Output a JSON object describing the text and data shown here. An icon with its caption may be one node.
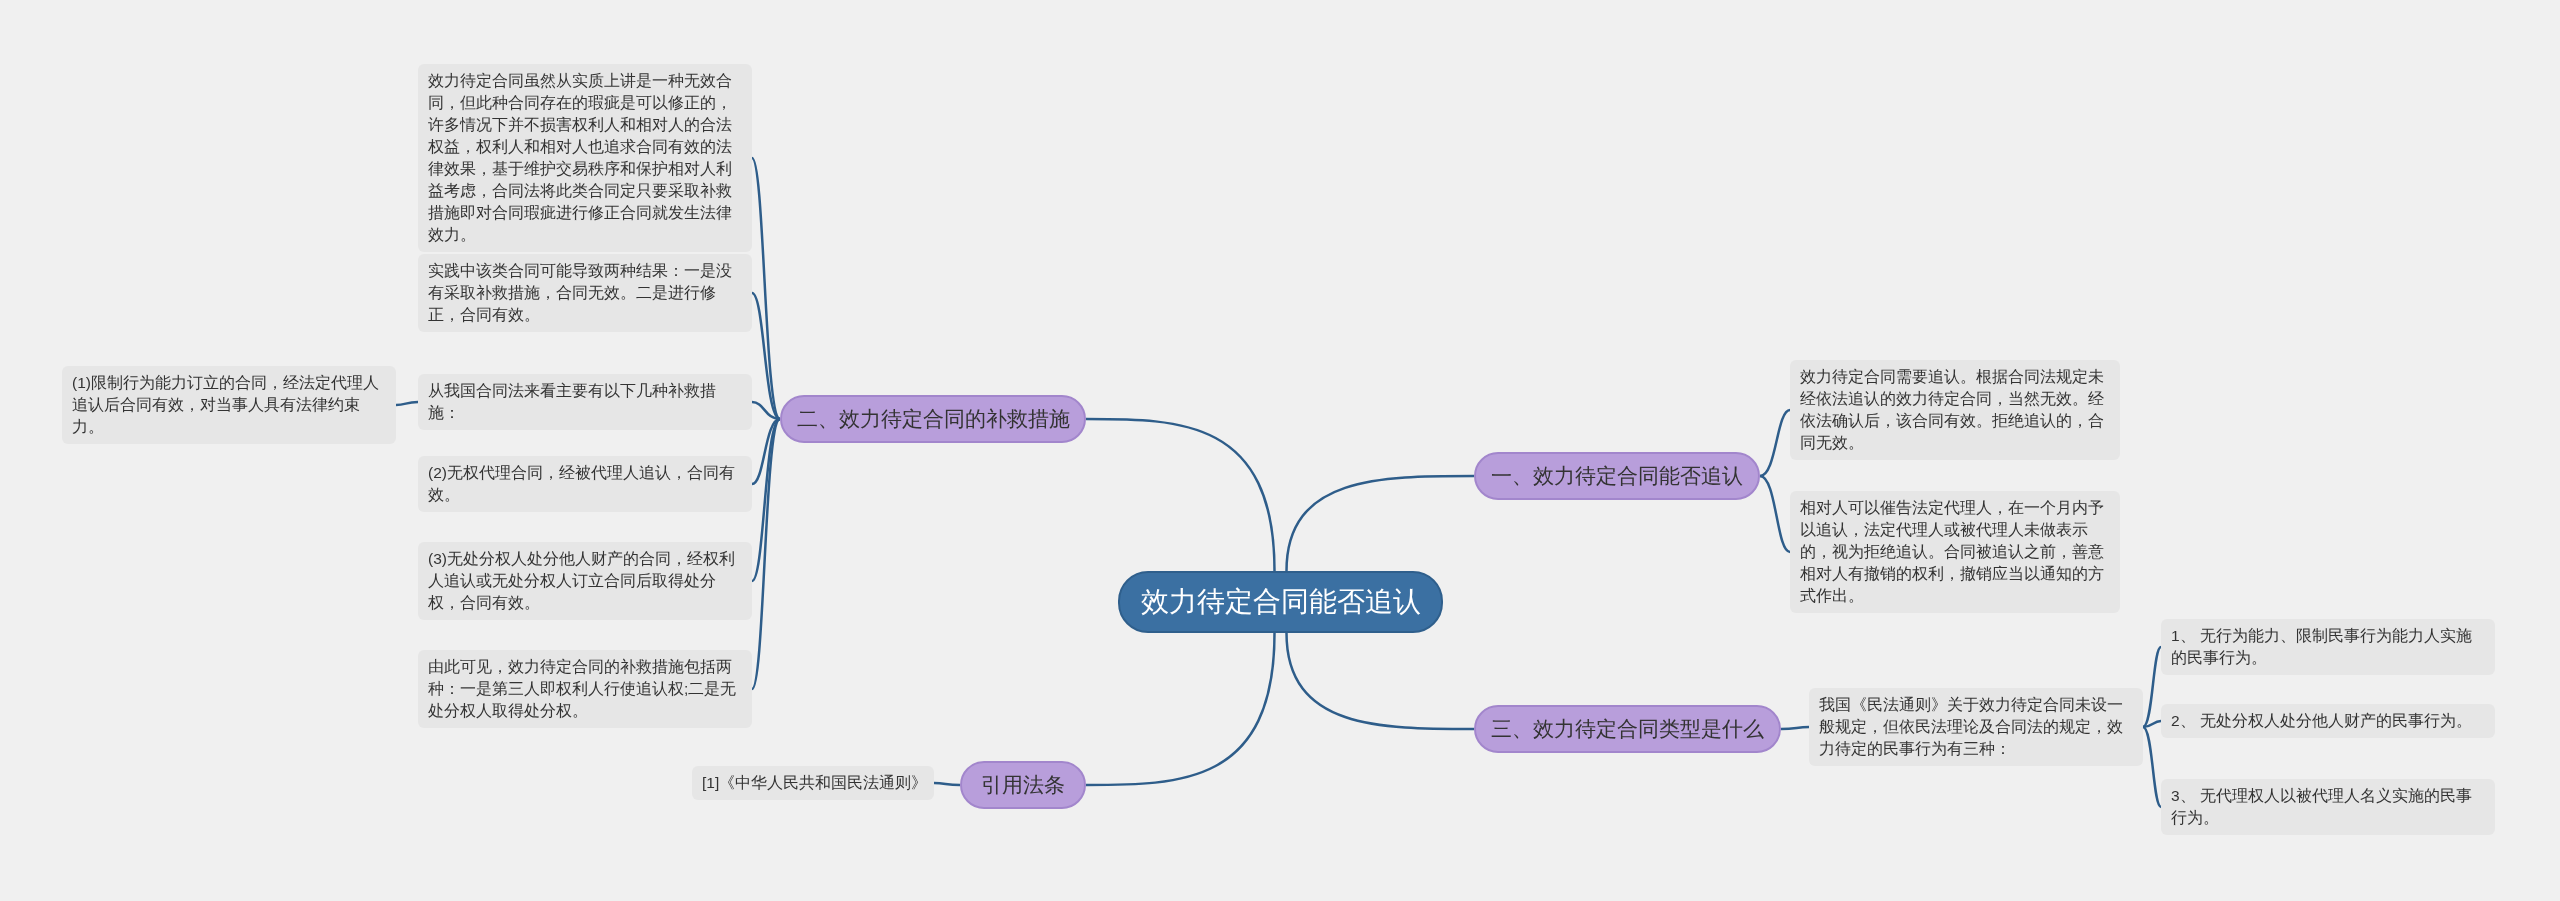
{
  "diagram": {
    "nodes": [
      {
        "text": [
          "效力待定合同能否追认"
        ]
      },
      {
        "text": [
          "一、效力待定合同能否追认"
        ]
      },
      {
        "text": [
          "效力待定合同需要追认。根据合同法规定未经依法追认的效力待定合同，当然无效。经依法确认后，该合同有效。拒绝追认的，合同无效。"
        ]
      },
      {
        "text": [
          "相对人可以催告法定代理人，在一个月内予以追认，法定代理人或被代理人未做表示的，视为拒绝追认。合同被追认之前，善意相对人有撤销的权利，撤销应当以通知的方式作出。"
        ]
      },
      {
        "text": [
          "二、效力待定合同的补救措施"
        ]
      },
      {
        "text": [
          "效力待定合同虽然从实质上讲是一种无效合同，但此种合同存在的瑕疵是可以修正的，许多情况下并不损害权利人和相对人的合法权益，权利人和相对人也追求合同有效的法律效果，基于维护交易秩序和保护相对人利益考虑，合同法将此类合同定只要采取补救措施即对合同瑕疵进行修正合同就发生法律效力。"
        ]
      },
      {
        "text": [
          "实践中该类合同可能导致两种结果：一是没有采取补救措施，合同无效。二是进行修正，合同有效。"
        ]
      },
      {
        "text": [
          "从我国合同法来看主要有以下几种补救措施："
        ]
      },
      {
        "text": [
          "(1)限制行为能力订立的合同，经法定代理人追认后合同有效，对当事人具有法律约束力。"
        ]
      },
      {
        "text": [
          "(2)无权代理合同，经被代理人追认，合同有效。"
        ]
      },
      {
        "text": [
          "(3)无处分权人处分他人财产的合同，经权利人追认或无处分权人订立合同后取得处分权，合同有效。"
        ]
      },
      {
        "text": [
          "由此可见，效力待定合同的补救措施包括两种：一是第三人即权利人行使追认权;二是无处分权人取得处分权。"
        ]
      },
      {
        "text": [
          "三、效力待定合同类型是什么"
        ]
      },
      {
        "text": [
          "我国《民法通则》关于效力待定合同未设一般规定，但依民法理论及合同法的规定，效力待定的民事行为有三种："
        ]
      },
      {
        "text": [
          "1、 无行为能力、限制民事行为能力人实施的民事行为。"
        ]
      },
      {
        "text": [
          "2、 无处分权人处分他人财产的民事行为。"
        ]
      },
      {
        "text": [
          "3、 无代理权人以被代理人名义实施的民事行为。"
        ]
      },
      {
        "text": [
          "引用法条"
        ]
      },
      {
        "text": [
          "[1]《中华人民共和国民法通则》"
        ]
      }
    ],
    "edges": [
      {
        "from": 0,
        "to": 1,
        "arrow": "none"
      },
      {
        "from": 1,
        "to": 2,
        "arrow": "none"
      },
      {
        "from": 1,
        "to": 3,
        "arrow": "none"
      },
      {
        "from": 0,
        "to": 4,
        "arrow": "none"
      },
      {
        "from": 4,
        "to": 5,
        "arrow": "none"
      },
      {
        "from": 4,
        "to": 6,
        "arrow": "none"
      },
      {
        "from": 4,
        "to": 7,
        "arrow": "none"
      },
      {
        "from": 7,
        "to": 8,
        "arrow": "none"
      },
      {
        "from": 4,
        "to": 9,
        "arrow": "none"
      },
      {
        "from": 4,
        "to": 10,
        "arrow": "none"
      },
      {
        "from": 4,
        "to": 11,
        "arrow": "none"
      },
      {
        "from": 0,
        "to": 12,
        "arrow": "none"
      },
      {
        "from": 12,
        "to": 13,
        "arrow": "none"
      },
      {
        "from": 13,
        "to": 14,
        "arrow": "none"
      },
      {
        "from": 13,
        "to": 15,
        "arrow": "none"
      },
      {
        "from": 13,
        "to": 16,
        "arrow": "none"
      },
      {
        "from": 0,
        "to": 17,
        "arrow": "none"
      },
      {
        "from": 17,
        "to": 18,
        "arrow": "none"
      }
    ]
  }
}
